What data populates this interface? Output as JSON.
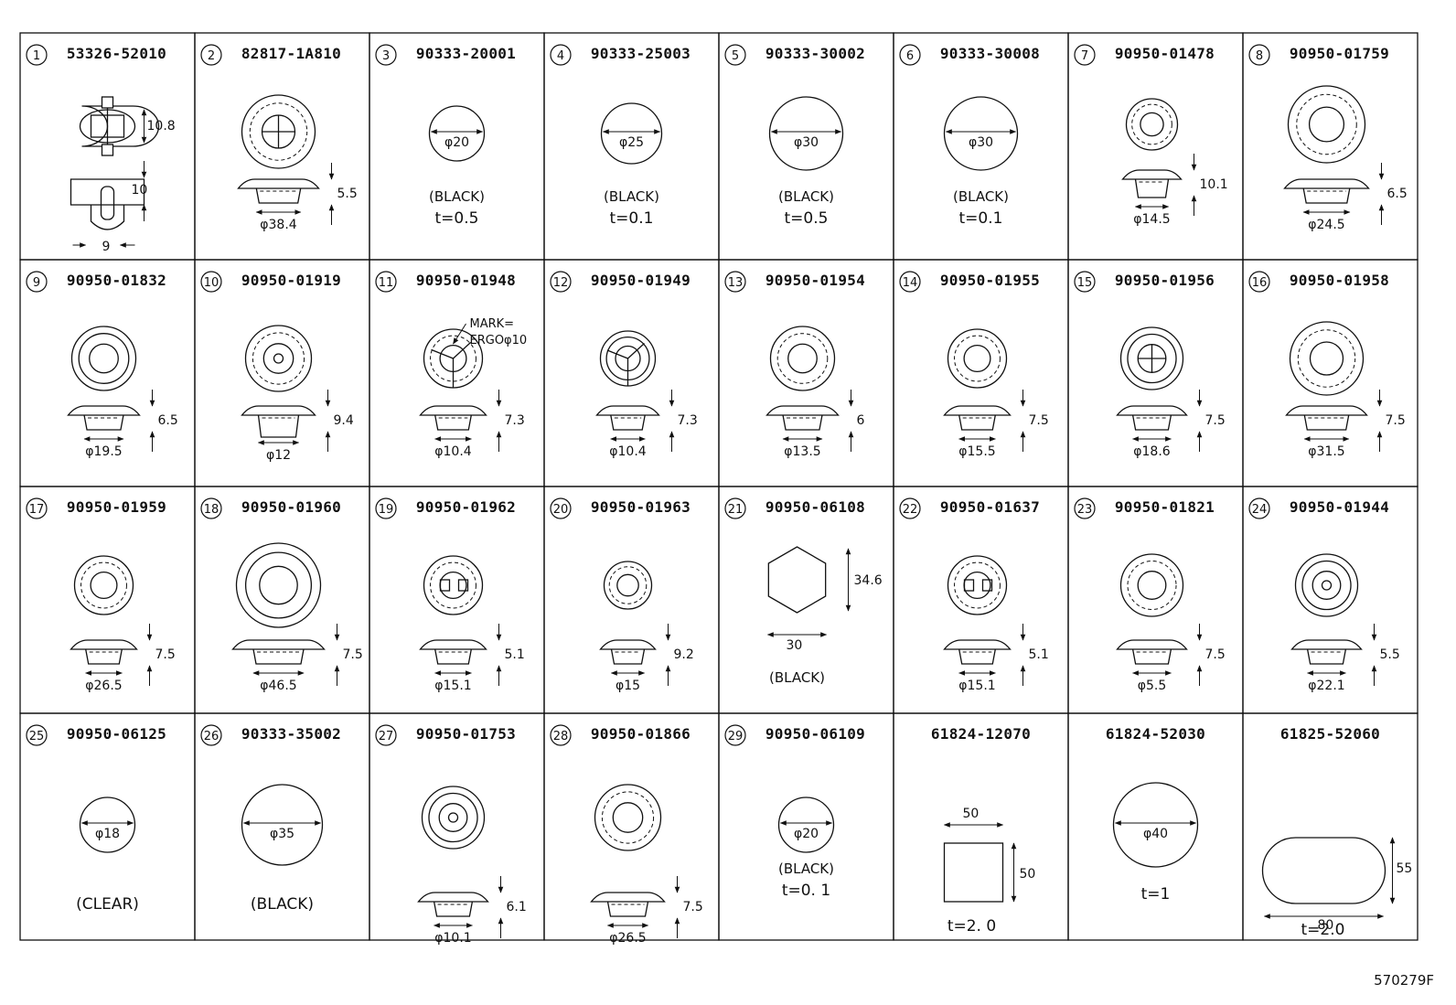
{
  "reference_code": "570279F",
  "parts": [
    {
      "index": "1",
      "part_number": "53326-52010",
      "dims": {
        "h": "10.8",
        "h2": "10",
        "w": "9"
      }
    },
    {
      "index": "2",
      "part_number": "82817-1A810",
      "dims": {
        "d": "φ38.4",
        "h": "5.5"
      }
    },
    {
      "index": "3",
      "part_number": "90333-20001",
      "dims": {
        "d": "φ20"
      },
      "notes": [
        "(BLACK)",
        "t=0.5"
      ]
    },
    {
      "index": "4",
      "part_number": "90333-25003",
      "dims": {
        "d": "φ25"
      },
      "notes": [
        "(BLACK)",
        "t=0.1"
      ]
    },
    {
      "index": "5",
      "part_number": "90333-30002",
      "dims": {
        "d": "φ30"
      },
      "notes": [
        "(BLACK)",
        "t=0.5"
      ]
    },
    {
      "index": "6",
      "part_number": "90333-30008",
      "dims": {
        "d": "φ30"
      },
      "notes": [
        "(BLACK)",
        "t=0.1"
      ]
    },
    {
      "index": "7",
      "part_number": "90950-01478",
      "dims": {
        "d": "φ14.5",
        "h": "10.1"
      }
    },
    {
      "index": "8",
      "part_number": "90950-01759",
      "dims": {
        "d": "φ24.5",
        "h": "6.5"
      }
    },
    {
      "index": "9",
      "part_number": "90950-01832",
      "dims": {
        "d": "φ19.5",
        "h": "6.5"
      }
    },
    {
      "index": "10",
      "part_number": "90950-01919",
      "dims": {
        "d": "φ12",
        "h": "9.4"
      }
    },
    {
      "index": "11",
      "part_number": "90950-01948",
      "dims": {
        "d": "φ10.4",
        "h": "7.3"
      },
      "mark": [
        "MARK=",
        "ERGOφ10"
      ]
    },
    {
      "index": "12",
      "part_number": "90950-01949",
      "dims": {
        "d": "φ10.4",
        "h": "7.3"
      }
    },
    {
      "index": "13",
      "part_number": "90950-01954",
      "dims": {
        "d": "φ13.5",
        "h": "6"
      }
    },
    {
      "index": "14",
      "part_number": "90950-01955",
      "dims": {
        "d": "φ15.5",
        "h": "7.5"
      }
    },
    {
      "index": "15",
      "part_number": "90950-01956",
      "dims": {
        "d": "φ18.6",
        "h": "7.5"
      }
    },
    {
      "index": "16",
      "part_number": "90950-01958",
      "dims": {
        "d": "φ31.5",
        "h": "7.5"
      }
    },
    {
      "index": "17",
      "part_number": "90950-01959",
      "dims": {
        "d": "φ26.5",
        "h": "7.5"
      }
    },
    {
      "index": "18",
      "part_number": "90950-01960",
      "dims": {
        "d": "φ46.5",
        "h": "7.5"
      }
    },
    {
      "index": "19",
      "part_number": "90950-01962",
      "dims": {
        "d": "φ15.1",
        "h": "5.1"
      }
    },
    {
      "index": "20",
      "part_number": "90950-01963",
      "dims": {
        "d": "φ15",
        "h": "9.2"
      }
    },
    {
      "index": "21",
      "part_number": "90950-06108",
      "dims": {
        "w": "30",
        "h": "34.6"
      },
      "notes": [
        "(BLACK)"
      ]
    },
    {
      "index": "22",
      "part_number": "90950-01637",
      "dims": {
        "d": "φ15.1",
        "h": "5.1"
      }
    },
    {
      "index": "23",
      "part_number": "90950-01821",
      "dims": {
        "d": "φ5.5",
        "h": "7.5"
      }
    },
    {
      "index": "24",
      "part_number": "90950-01944",
      "dims": {
        "d": "φ22.1",
        "h": "5.5"
      }
    },
    {
      "index": "25",
      "part_number": "90950-06125",
      "dims": {
        "d": "φ18"
      },
      "notes": [
        "(CLEAR)"
      ]
    },
    {
      "index": "26",
      "part_number": "90333-35002",
      "dims": {
        "d": "φ35"
      },
      "notes": [
        "(BLACK)"
      ]
    },
    {
      "index": "27",
      "part_number": "90950-01753",
      "dims": {
        "d": "φ10.1",
        "h": "6.1"
      }
    },
    {
      "index": "28",
      "part_number": "90950-01866",
      "dims": {
        "d": "φ26.5",
        "h": "7.5"
      }
    },
    {
      "index": "29",
      "part_number": "90950-06109",
      "dims": {
        "d": "φ20"
      },
      "notes": [
        "(BLACK)",
        "t=0. 1"
      ]
    },
    {
      "index": "",
      "part_number": "61824-12070",
      "dims": {
        "w": "50",
        "h": "50"
      },
      "notes": [
        "t=2. 0"
      ]
    },
    {
      "index": "",
      "part_number": "61824-52030",
      "dims": {
        "d": "φ40"
      },
      "notes": [
        "t=1"
      ]
    },
    {
      "index": "",
      "part_number": "61825-52060",
      "dims": {
        "w": "80",
        "h": "55"
      },
      "notes": [
        "t=2.0"
      ]
    }
  ]
}
